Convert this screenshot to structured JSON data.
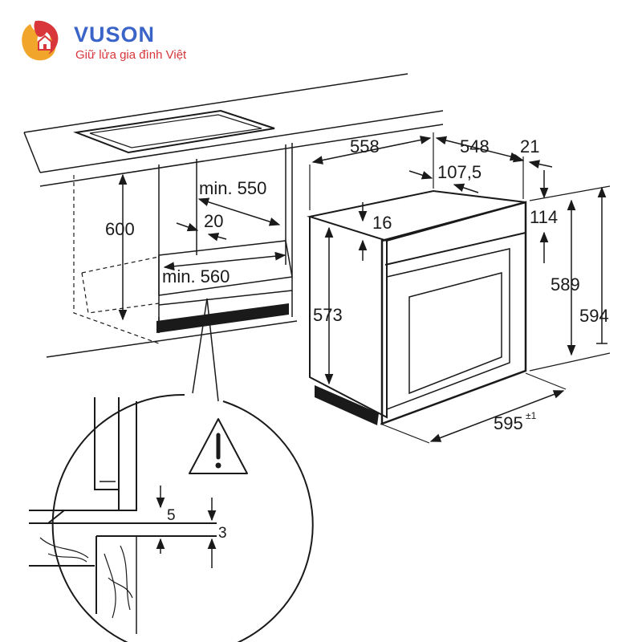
{
  "brand": {
    "name": "VUSON",
    "slogan": "Giữ lửa gia đình Việt",
    "primary_color": "#3a64c8",
    "accent_color": "#d8363a",
    "icon": "flame-house-logo-icon"
  },
  "dimensions": {
    "cabinet_height": "600",
    "cabinet_depth_min": "min. 550",
    "vent_gap": "20",
    "cabinet_width_min": "min. 560",
    "oven_depth_total": "558",
    "oven_body_depth": "548",
    "front_thickness": "21",
    "mount_offset": "107,5",
    "top_clearance": "16",
    "control_panel_height": "114",
    "niche_height": "573",
    "body_height": "589",
    "total_height": "594",
    "total_width": "595",
    "width_tolerance": "±1"
  },
  "detail": {
    "gap_upper": "5",
    "gap_lower": "3",
    "warning_icon": "warning-triangle-icon"
  }
}
